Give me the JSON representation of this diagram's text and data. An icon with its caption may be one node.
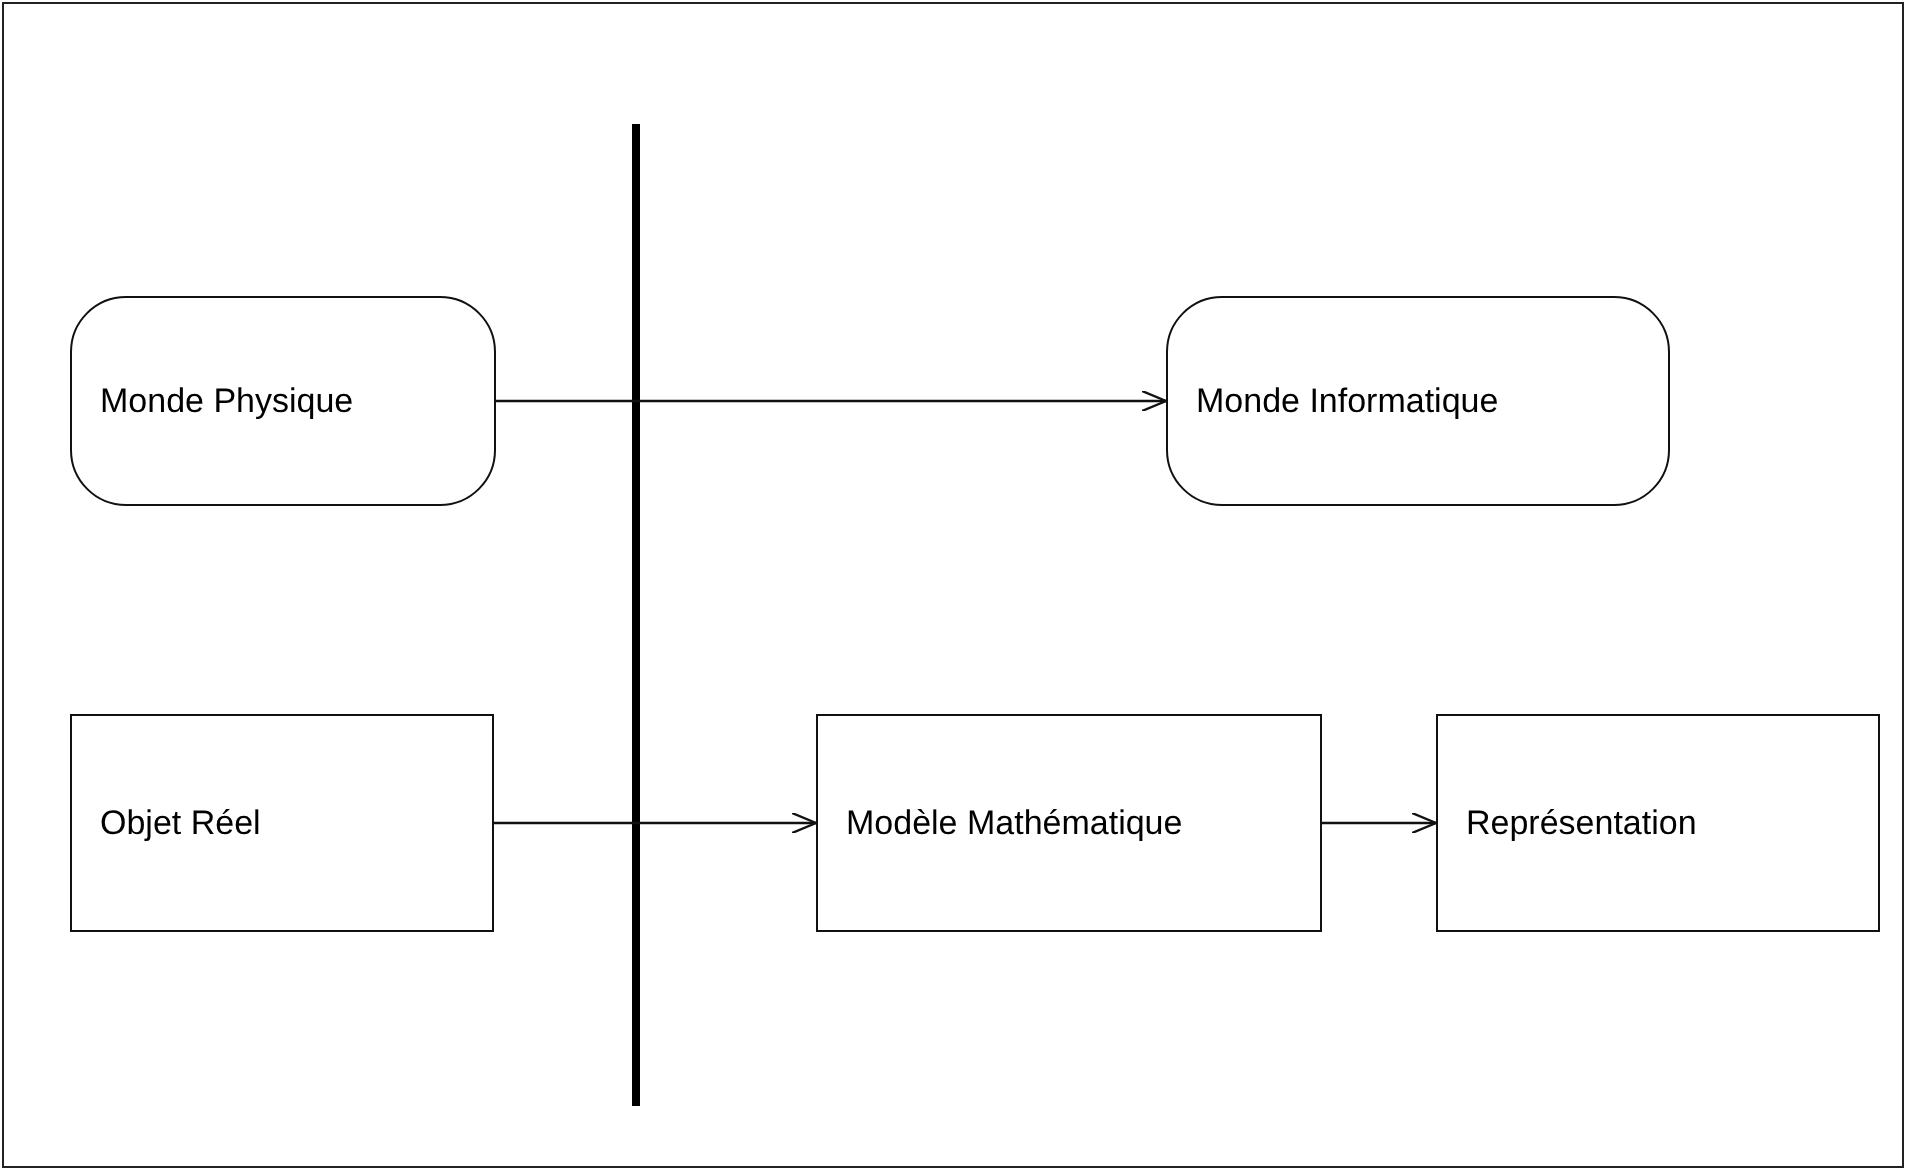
{
  "diagram": {
    "nodes": [
      {
        "text": [
          "Monde Physique"
        ]
      },
      {
        "text": [
          "Monde Informatique"
        ]
      },
      {
        "text": [
          "Objet Réel"
        ]
      },
      {
        "text": [
          "Modèle Mathématique"
        ]
      },
      {
        "text": [
          "Représentation"
        ]
      }
    ],
    "edges": [
      {
        "from": 0,
        "to": 1,
        "arrow": "to"
      },
      {
        "from": 2,
        "to": 3,
        "arrow": "to"
      },
      {
        "from": 3,
        "to": 4,
        "arrow": "to"
      }
    ]
  }
}
